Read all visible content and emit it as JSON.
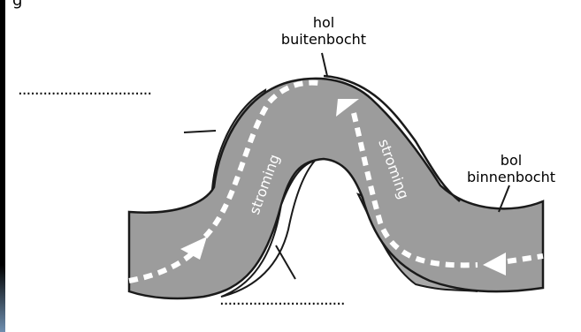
{
  "cut_off_text": "g",
  "labels": {
    "top_line1": "hol",
    "top_line2": "buitenbocht",
    "right_line1": "bol",
    "right_line2": "binnenbocht",
    "flow_left": "stroming",
    "flow_right": "stroming"
  },
  "blanks": {
    "top_left": "................................",
    "bottom": ".............................."
  },
  "colors": {
    "river_fill": "#9c9c9c",
    "river_shade": "#a9a9a9",
    "outline": "#1a1a1a",
    "arrow": "#ffffff"
  }
}
